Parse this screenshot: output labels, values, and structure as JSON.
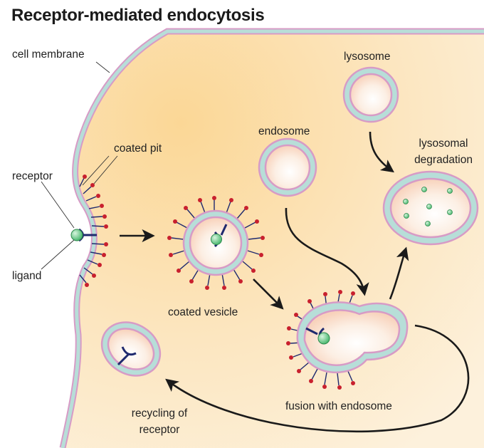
{
  "title": "Receptor-mediated endocytosis",
  "labels": {
    "cell_membrane": "cell membrane",
    "coated_pit": "coated pit",
    "receptor": "receptor",
    "ligand": "ligand",
    "coated_vesicle": "coated vesicle",
    "endosome": "endosome",
    "lysosome": "lysosome",
    "lysosomal_degradation_1": "lysosomal",
    "lysosomal_degradation_2": "degradation",
    "fusion_with_endosome": "fusion with endosome",
    "recycling_1": "recycling of",
    "recycling_2": "receptor"
  },
  "colors": {
    "cytoplasm_light": "#fdf1dc",
    "cytoplasm_dark": "#fbd796",
    "membrane_fill": "#b7ded8",
    "membrane_edge": "#d79bc6",
    "vesicle_inner": "#fbe1cd",
    "clathrin_red": "#c8202e",
    "receptor_navy": "#1f2a6e",
    "ligand_green": "#5cc27a",
    "arrow": "#1a1a1a"
  }
}
